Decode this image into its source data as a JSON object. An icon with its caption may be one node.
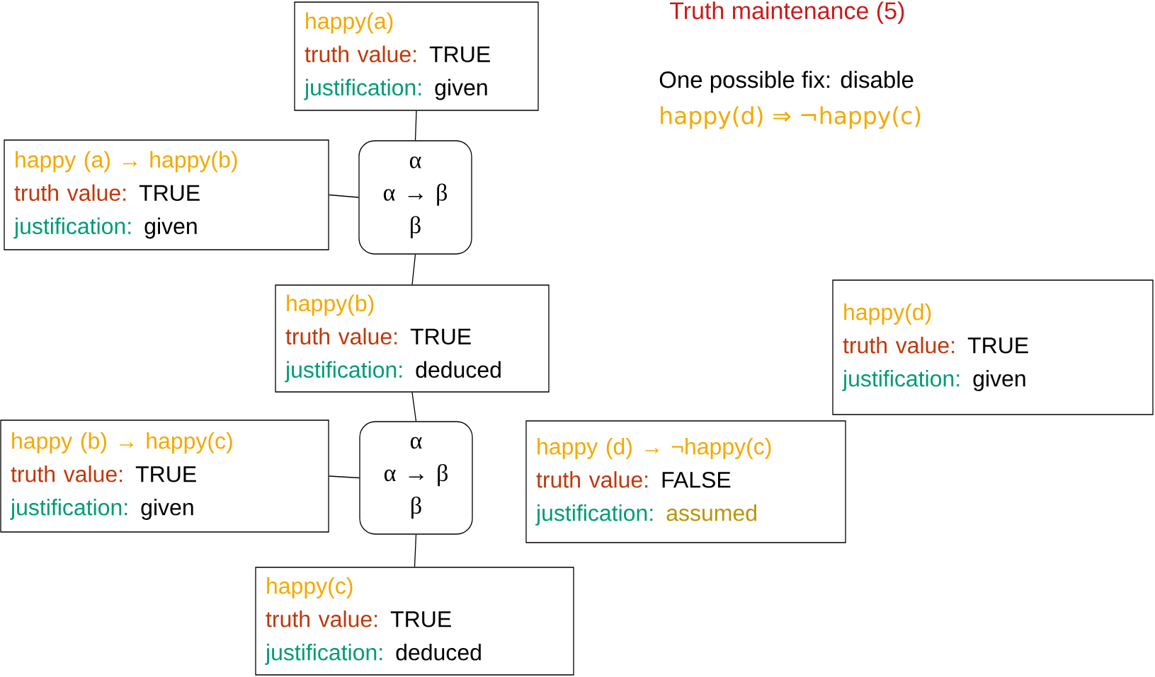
{
  "diagram": {
    "title": "Truth maintenance (5)",
    "nodes": [
      {
        "text": [
          "happy(a)",
          "truth value:",
          "TRUE",
          "justification:",
          "given"
        ]
      },
      {
        "text": [
          "happy (a) → happy(b)",
          "truth value:",
          "TRUE",
          "justification:",
          "given"
        ]
      },
      {
        "text": [
          "α",
          "α → β",
          "β"
        ]
      },
      {
        "text": [
          "happy(b)",
          "truth value:",
          "TRUE",
          "justification:",
          "deduced"
        ]
      },
      {
        "text": [
          "happy (b) → happy(c)",
          "truth value:",
          "TRUE",
          "justification:",
          "given"
        ]
      },
      {
        "text": [
          "α",
          "α → β",
          "β"
        ]
      },
      {
        "text": [
          "happy(c)",
          "truth value:",
          "TRUE",
          "justification:",
          "deduced"
        ]
      },
      {
        "text": [
          "happy(d)",
          "truth value:",
          "TRUE",
          "justification:",
          "given"
        ]
      },
      {
        "text": [
          "happy (d) → ¬happy(c)",
          "truth value:",
          "FALSE",
          "justification:",
          "assumed"
        ]
      }
    ],
    "edges": [
      {
        "from": 0,
        "to": 2,
        "arrow": "none"
      },
      {
        "from": 1,
        "to": 2,
        "arrow": "none"
      },
      {
        "from": 2,
        "to": 3,
        "arrow": "none"
      },
      {
        "from": 3,
        "to": 5,
        "arrow": "none"
      },
      {
        "from": 4,
        "to": 5,
        "arrow": "none"
      },
      {
        "from": 5,
        "to": 6,
        "arrow": "none"
      }
    ],
    "labels": [
      "One possible fix: disable",
      "happy(d) ⇒ ¬happy(c)"
    ]
  }
}
